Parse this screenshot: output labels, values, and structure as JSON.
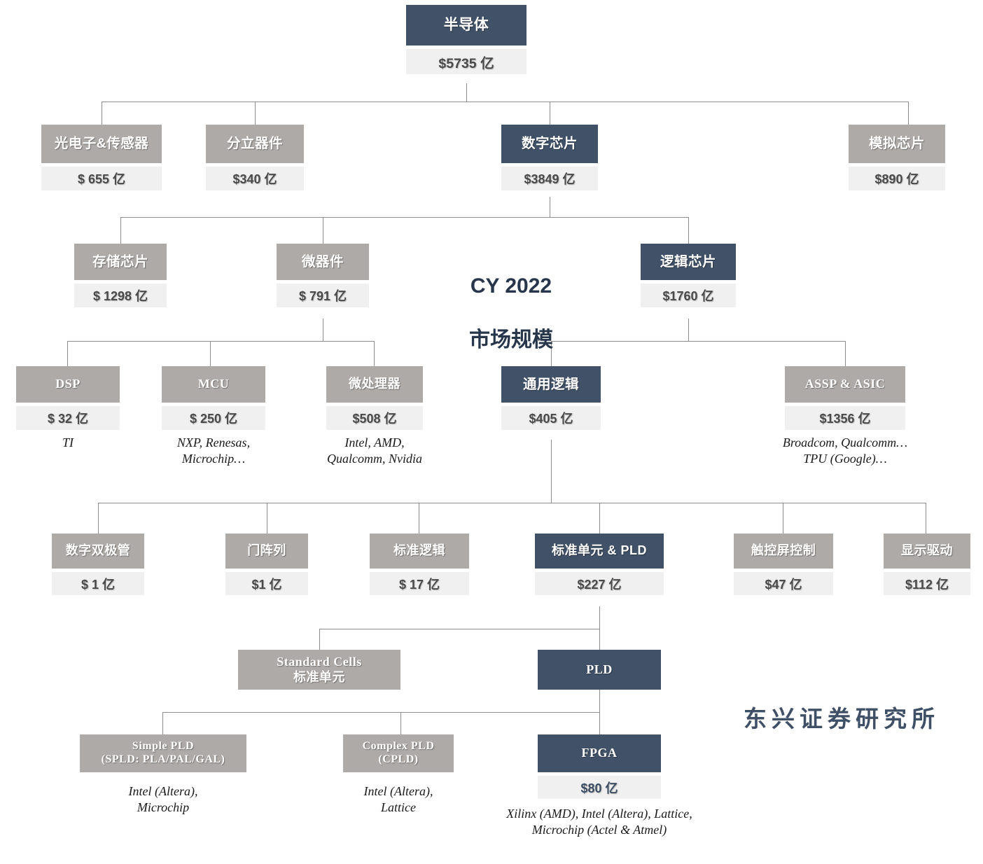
{
  "headline": {
    "line1": "CY 2022",
    "line2": "市场规模"
  },
  "watermark": "东兴证券研究所",
  "colors": {
    "navy": "#415268",
    "gray": "#adaaa7",
    "value_bg": "#f0f0f0",
    "line": "#8c8c8c",
    "headline_text": "#27364a"
  },
  "nodes": {
    "semiconductor": {
      "title": "半导体",
      "value": "$5735 亿",
      "style": "navy"
    },
    "optoelectronics": {
      "title": "光电子&传感器",
      "value": "$ 655 亿",
      "style": "gray"
    },
    "discrete": {
      "title": "分立器件",
      "value": "$340 亿",
      "style": "gray"
    },
    "digital_chip": {
      "title": "数字芯片",
      "value": "$3849 亿",
      "style": "navy"
    },
    "analog_chip": {
      "title": "模拟芯片",
      "value": "$890 亿",
      "style": "gray"
    },
    "memory_chip": {
      "title": "存储芯片",
      "value": "$ 1298 亿",
      "style": "gray"
    },
    "micro_device": {
      "title": "微器件",
      "value": "$ 791 亿",
      "style": "gray"
    },
    "logic_chip": {
      "title": "逻辑芯片",
      "value": "$1760 亿",
      "style": "navy"
    },
    "dsp": {
      "title": "DSP",
      "value": "$ 32 亿",
      "style": "gray",
      "vendors": "TI"
    },
    "mcu": {
      "title": "MCU",
      "value": "$ 250 亿",
      "style": "gray",
      "vendors": "NXP, Renesas,\nMicrochip…"
    },
    "microprocessor": {
      "title": "微处理器",
      "value": "$508 亿",
      "style": "gray",
      "vendors": "Intel, AMD,\nQualcomm, Nvidia"
    },
    "general_logic": {
      "title": "通用逻辑",
      "value": "$405 亿",
      "style": "navy"
    },
    "assp_asic": {
      "title": "ASSP & ASIC",
      "value": "$1356 亿",
      "style": "gray",
      "vendors": "Broadcom, Qualcomm…\nTPU (Google)…"
    },
    "digital_bipolar": {
      "title": "数字双极管",
      "value": "$ 1 亿",
      "style": "gray"
    },
    "gate_array": {
      "title": "门阵列",
      "value": "$1 亿",
      "style": "gray"
    },
    "standard_logic": {
      "title": "标准逻辑",
      "value": "$ 17 亿",
      "style": "gray"
    },
    "std_cell_pld": {
      "title": "标准单元 & PLD",
      "value": "$227 亿",
      "style": "navy"
    },
    "touch_control": {
      "title": "触控屏控制",
      "value": "$47 亿",
      "style": "gray"
    },
    "display_driver": {
      "title": "显示驱动",
      "value": "$112 亿",
      "style": "gray"
    },
    "standard_cells": {
      "title": "Standard Cells\n标准单元",
      "style": "gray"
    },
    "pld": {
      "title": "PLD",
      "style": "navy"
    },
    "simple_pld": {
      "title": "Simple PLD\n(SPLD: PLA/PAL/GAL)",
      "style": "gray",
      "vendors": "Intel (Altera),\nMicrochip"
    },
    "complex_pld": {
      "title": "Complex PLD\n(CPLD)",
      "style": "gray",
      "vendors": "Intel (Altera),\nLattice"
    },
    "fpga": {
      "title": "FPGA",
      "value": "$80 亿",
      "style": "navy",
      "vendors": "Xilinx (AMD), Intel (Altera), Lattice,\nMicrochip (Actel & Atmel)"
    }
  }
}
